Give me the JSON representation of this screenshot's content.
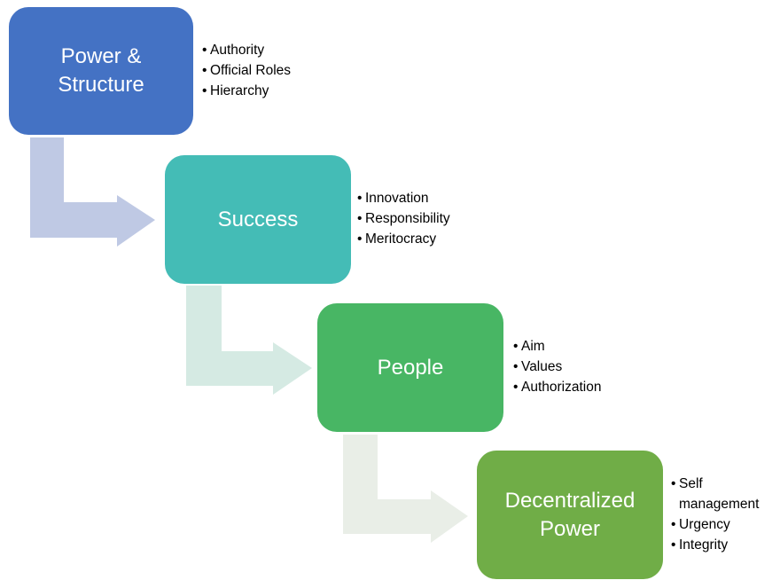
{
  "diagram": {
    "title": "",
    "steps": [
      {
        "label": "Power &\nStructure",
        "color": "#4472C4",
        "bullets": [
          "Authority",
          "Official Roles",
          "Hierarchy"
        ]
      },
      {
        "label": "Success",
        "color": "#44BCB6",
        "bullets": [
          "Innovation",
          "Responsibility",
          "Meritocracy"
        ]
      },
      {
        "label": "People",
        "color": "#48B664",
        "bullets": [
          "Aim",
          "Values",
          "Authorization"
        ]
      },
      {
        "label": "Decentralized\nPower",
        "color": "#70AD47",
        "bullets": [
          "Self\nmanagement",
          "Urgency",
          "Integrity"
        ]
      }
    ],
    "connectors": [
      {
        "from": 0,
        "to": 1,
        "color": "#BFC9E4"
      },
      {
        "from": 1,
        "to": 2,
        "color": "#D5EAE3"
      },
      {
        "from": 2,
        "to": 3,
        "color": "#E9EEE7"
      }
    ]
  }
}
